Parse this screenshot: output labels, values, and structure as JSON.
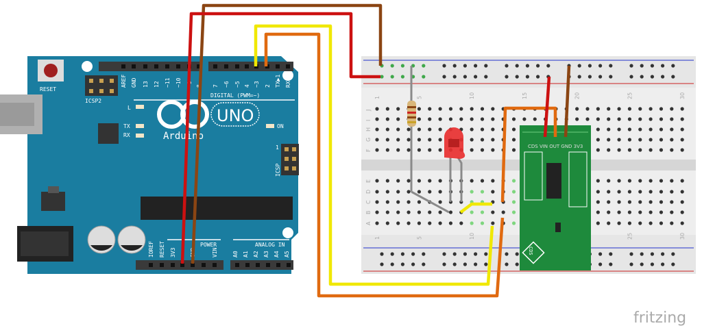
{
  "arduino": {
    "reset_label": "RESET",
    "icsp2_label": "ICSP2",
    "icsp_label": "ICSP",
    "icsp_pin1": "1",
    "digital_pins": [
      "AREF",
      "GND",
      "13",
      "12",
      "~11",
      "~10",
      "~9",
      "8",
      "7",
      "~6",
      "~5",
      "4",
      "~3",
      "2",
      "TX▶1",
      "RX◀0"
    ],
    "digital_label": "DIGITAL (PWM=~)",
    "led_l": "L",
    "led_tx": "TX",
    "led_rx": "RX",
    "led_on": "ON",
    "logo_text": "Arduino",
    "model": "UNO",
    "power_label": "POWER",
    "analog_label": "ANALOG IN",
    "power_pins": [
      "IOREF",
      "RESET",
      "3V3",
      "5V",
      "GND",
      "GND",
      "VIN"
    ],
    "analog_pins": [
      "A0",
      "A1",
      "A2",
      "A3",
      "A4",
      "A5"
    ],
    "colors": {
      "board": "#1a7da0",
      "header": "#3a3a3a"
    }
  },
  "breadboard": {
    "row_letters_top": [
      "J",
      "I",
      "H",
      "G",
      "F"
    ],
    "row_letters_bottom": [
      "E",
      "D",
      "C",
      "B",
      "A"
    ],
    "column_numbers": [
      "1",
      "5",
      "10",
      "15",
      "20",
      "25",
      "30"
    ]
  },
  "sensor": {
    "pin_labels": "CDS VIN OUT GND 3V3",
    "cds_label": "CDS",
    "color": "#1e8a3c"
  },
  "wires": {
    "red": "#cc1111",
    "brown": "#8b4513",
    "yellow": "#f0e800",
    "orange": "#e06a10",
    "gray": "#8a8a8a"
  },
  "watermark": "fritzing"
}
